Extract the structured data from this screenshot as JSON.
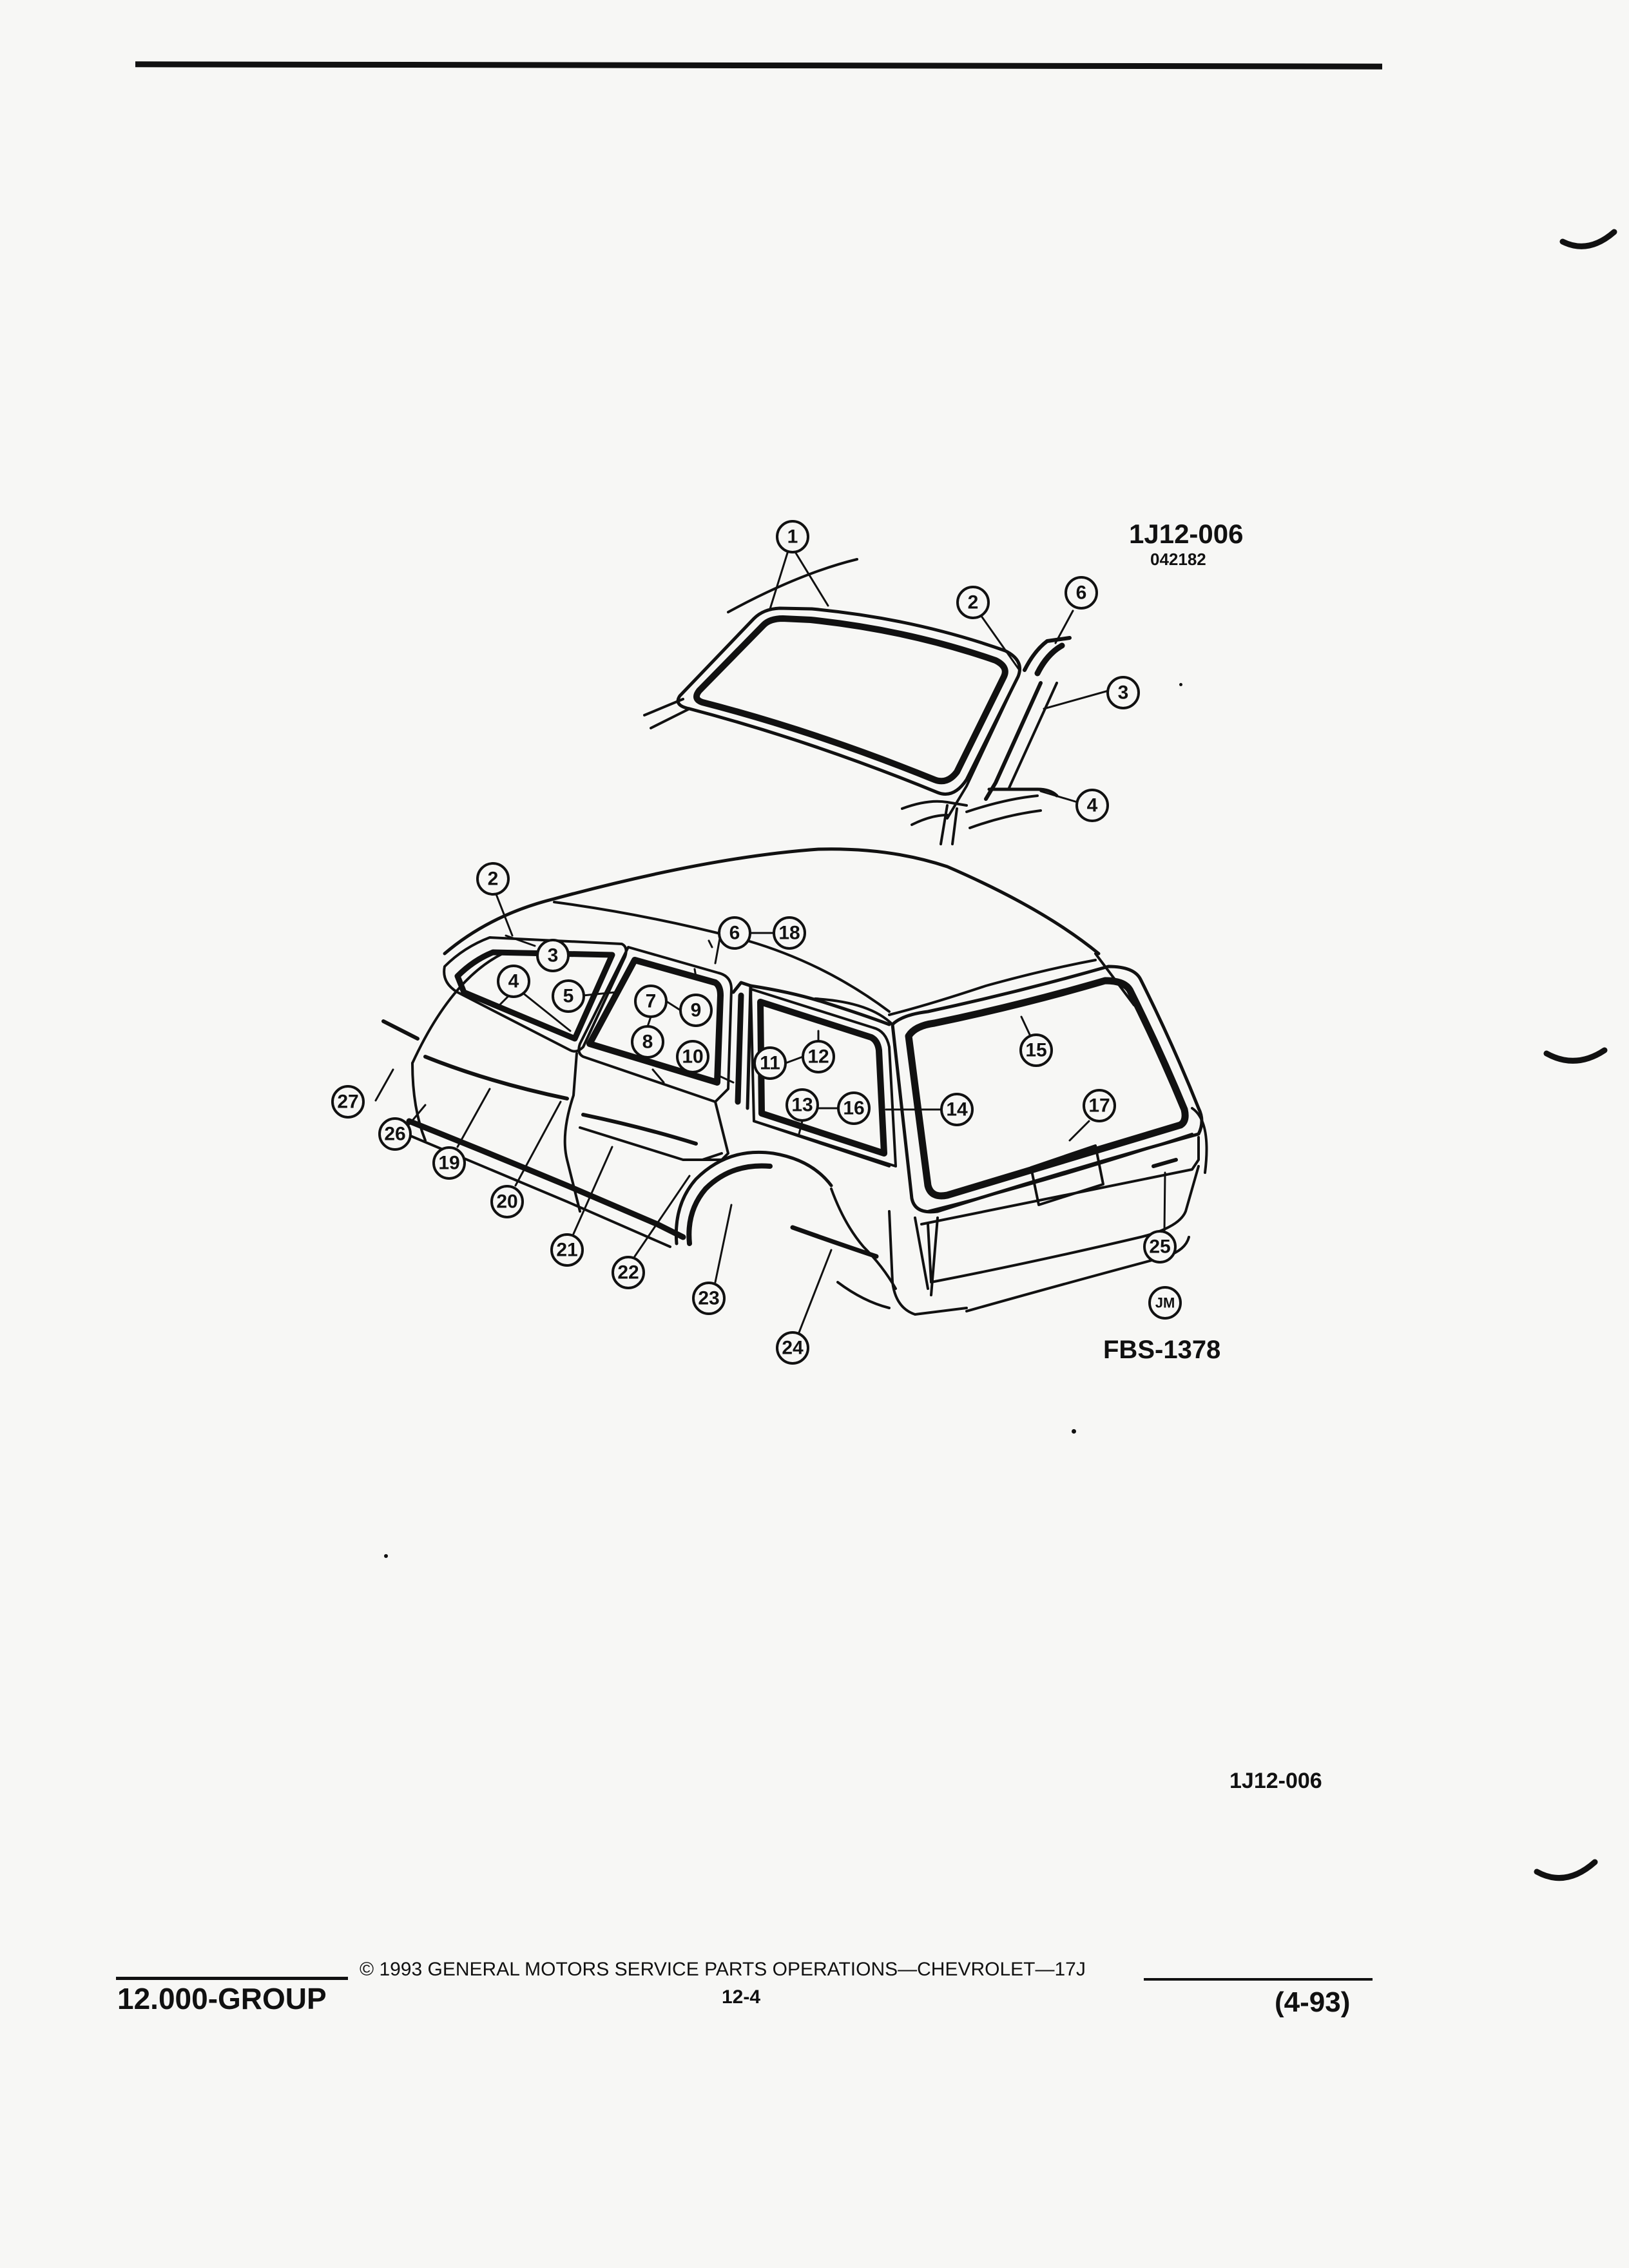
{
  "figure": {
    "code": "1J12-006",
    "date_code": "042182",
    "fbs_code": "FBS-1378",
    "jm_badge": "JM",
    "bottom_code": "1J12-006"
  },
  "callouts": [
    "1",
    "2",
    "3",
    "4",
    "6",
    "2",
    "3",
    "4",
    "5",
    "6",
    "7",
    "8",
    "9",
    "10",
    "11",
    "12",
    "13",
    "14",
    "15",
    "16",
    "17",
    "18",
    "19",
    "20",
    "21",
    "22",
    "23",
    "24",
    "25",
    "26",
    "27"
  ],
  "footer": {
    "group": "12.000-GROUP",
    "copyright": "© 1993 GENERAL MOTORS SERVICE PARTS OPERATIONS—CHEVROLET—17J",
    "page": "12-4",
    "date": "(4-93)"
  }
}
